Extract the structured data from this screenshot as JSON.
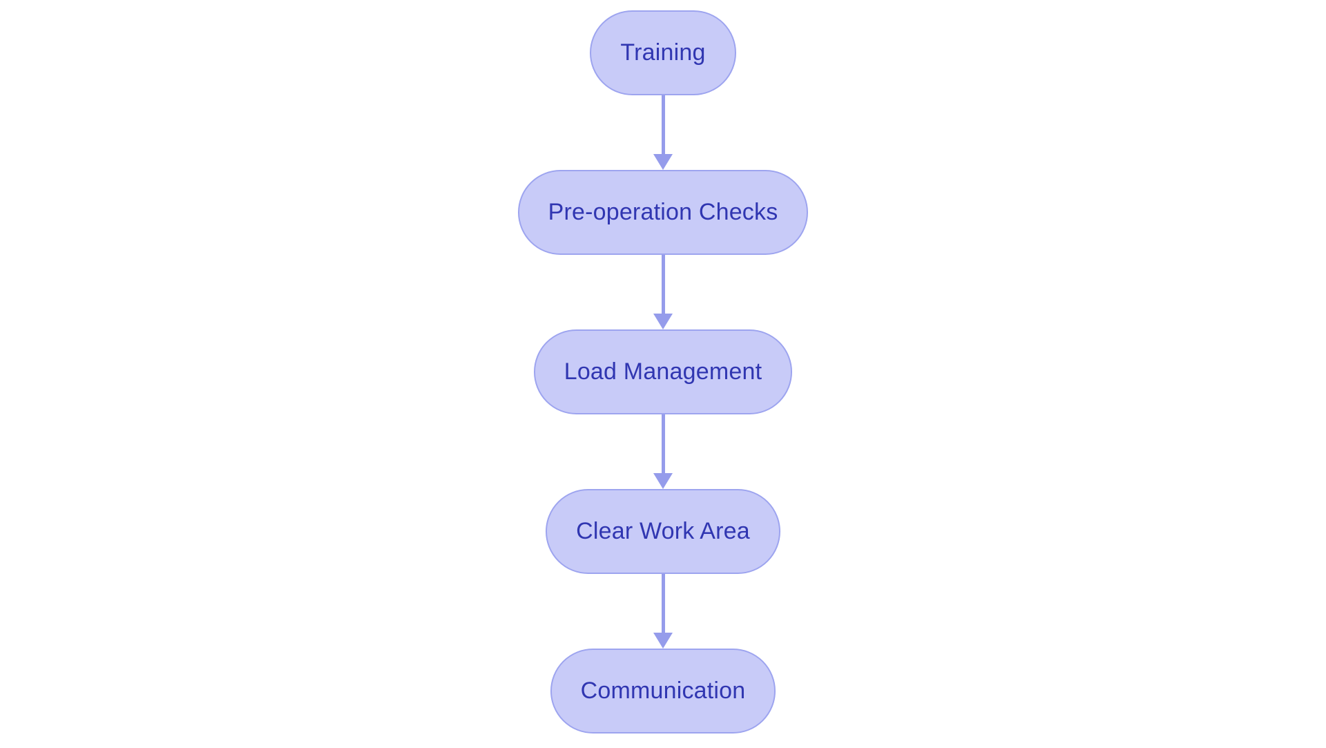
{
  "flowchart": {
    "type": "flowchart",
    "direction": "top-down",
    "nodes": [
      {
        "id": "training",
        "label": "Training"
      },
      {
        "id": "pre-operation-checks",
        "label": "Pre-operation Checks"
      },
      {
        "id": "load-management",
        "label": "Load Management"
      },
      {
        "id": "clear-work-area",
        "label": "Clear Work Area"
      },
      {
        "id": "communication",
        "label": "Communication"
      }
    ],
    "edges": [
      {
        "from": "training",
        "to": "pre-operation-checks",
        "style": "arrow"
      },
      {
        "from": "pre-operation-checks",
        "to": "load-management",
        "style": "arrow"
      },
      {
        "from": "load-management",
        "to": "clear-work-area",
        "style": "arrow"
      },
      {
        "from": "clear-work-area",
        "to": "communication",
        "style": "arrow"
      }
    ],
    "colors": {
      "node_fill": "#c8cbf8",
      "node_border": "#9da4ef",
      "node_text": "#3036b1",
      "arrow": "#959ceb",
      "background": "#ffffff"
    }
  }
}
